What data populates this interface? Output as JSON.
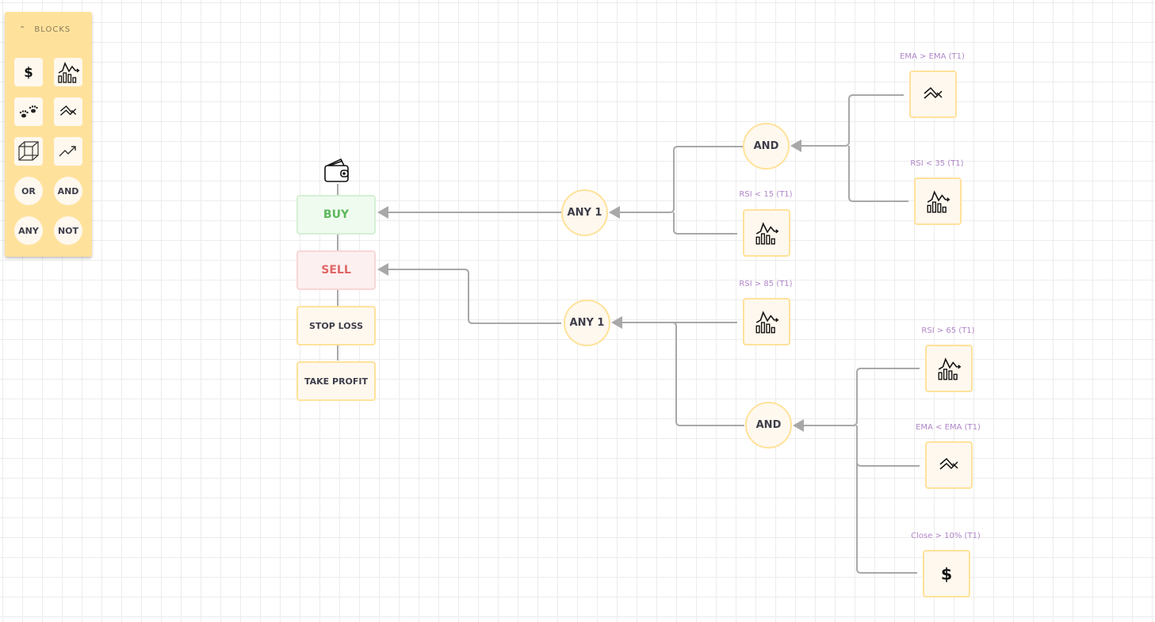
{
  "palette": {
    "title": "BLOCKS",
    "tiles": [
      {
        "icon": "dollar-icon"
      },
      {
        "icon": "indicator-chart-icon"
      },
      {
        "icon": "paw-prints-icon"
      },
      {
        "icon": "crossover-icon"
      },
      {
        "icon": "cube-icon"
      },
      {
        "icon": "trend-up-icon"
      },
      {
        "label": "OR"
      },
      {
        "label": "AND"
      },
      {
        "label": "ANY"
      },
      {
        "label": "NOT"
      }
    ]
  },
  "strategy": {
    "wallet_icon": "wallet-icon",
    "actions": {
      "buy": "BUY",
      "sell": "SELL",
      "stop_loss": "STOP LOSS",
      "take_profit": "TAKE PROFIT"
    }
  },
  "nodes": {
    "buy_any": "ANY 1",
    "buy_and": "AND",
    "sell_any": "ANY 1",
    "sell_and": "AND"
  },
  "conditions": {
    "ema_gt_ema": "EMA > EMA (T1)",
    "rsi_lt_35": "RSI < 35 (T1)",
    "rsi_lt_15": "RSI < 15 (T1)",
    "rsi_gt_85": "RSI > 85 (T1)",
    "rsi_gt_65": "RSI > 65 (T1)",
    "ema_lt_ema": "EMA < EMA (T1)",
    "close_gt_10": "Close > 10% (T1)"
  },
  "colors": {
    "panel": "#fee29c",
    "node_border": "#ffe29a",
    "node_fill": "#fff8ee",
    "buy_text": "#5cb85c",
    "sell_text": "#e06666",
    "label": "#b086c8",
    "wire": "#a8a8a8"
  }
}
